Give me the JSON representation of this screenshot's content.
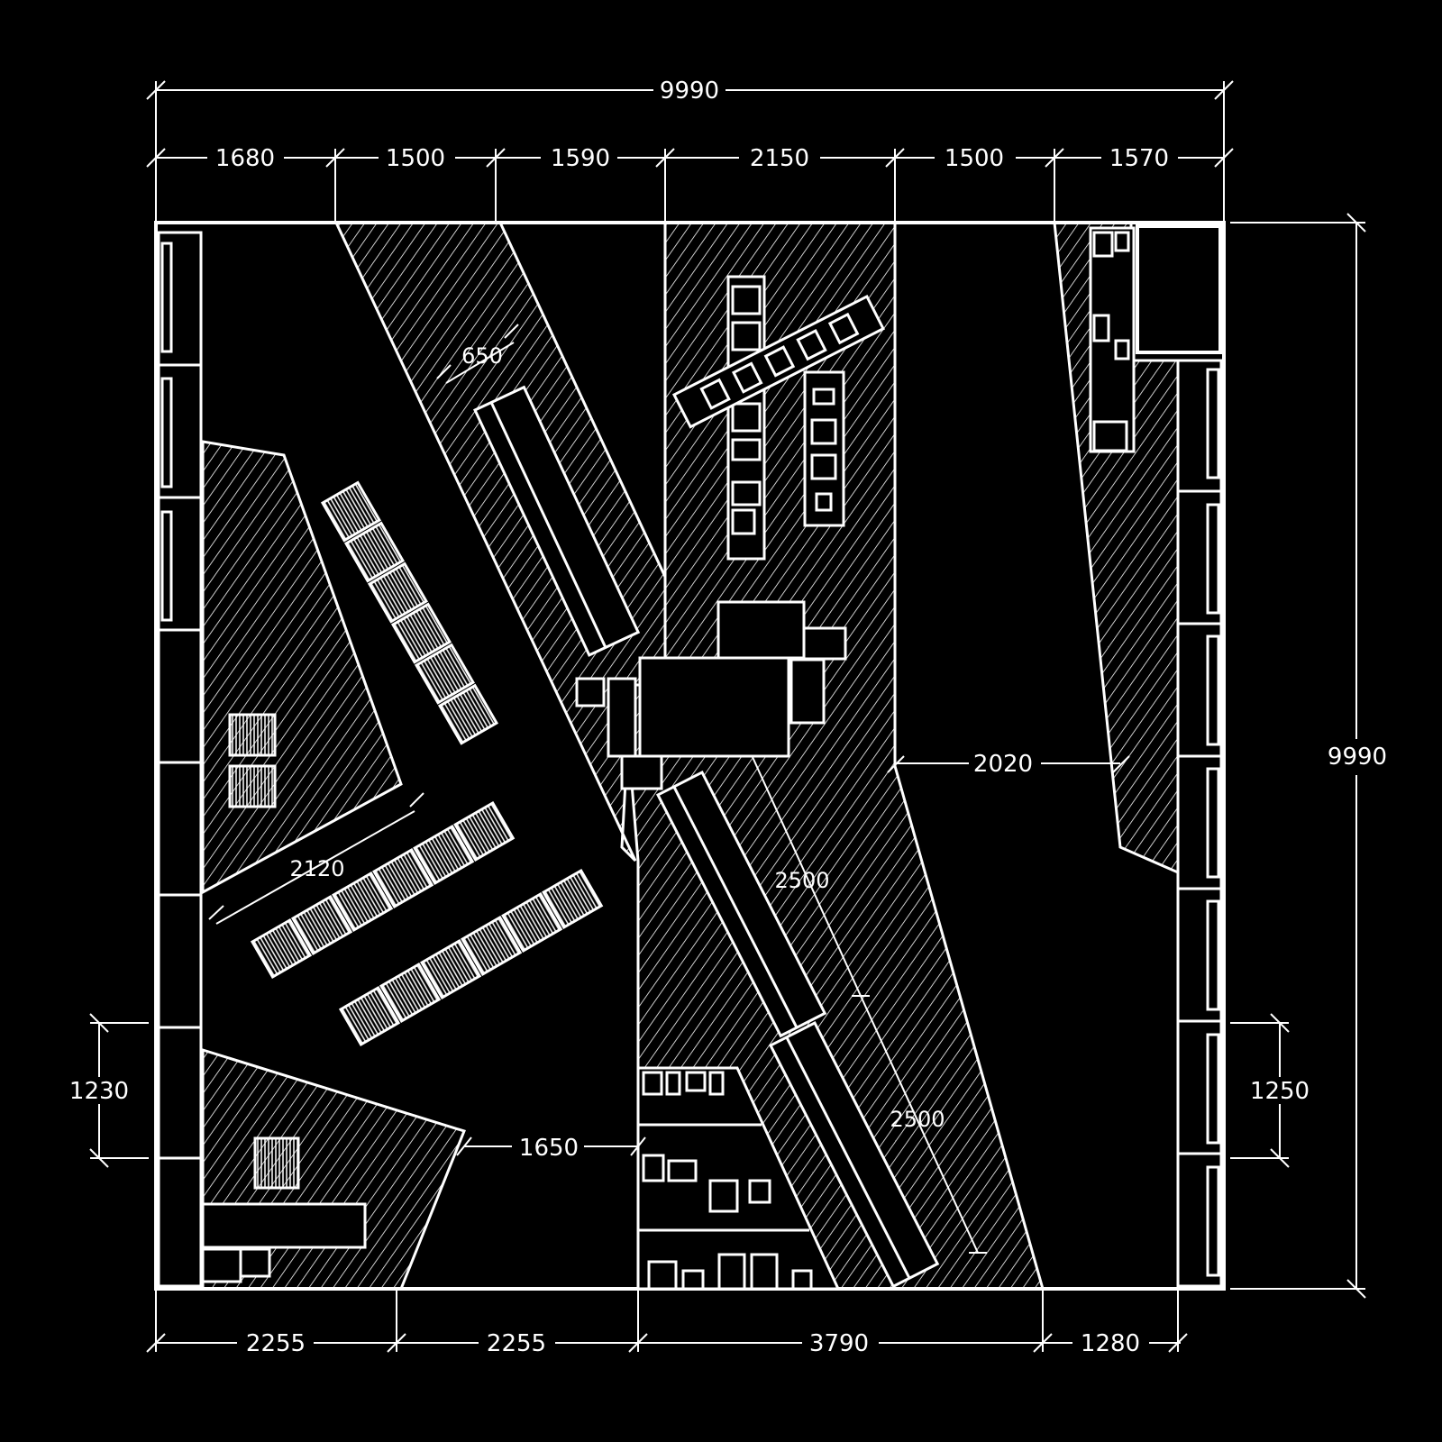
{
  "dimensions": {
    "top_total": "9990",
    "top_segments": [
      "1680",
      "1500",
      "1590",
      "2150",
      "1500",
      "1570"
    ],
    "right_total": "9990",
    "bottom_segments": [
      "2255",
      "2255",
      "3790",
      "1280"
    ],
    "left_partial": "1230",
    "right_partial": "1250",
    "interior": {
      "d650": "650",
      "d2120": "2120",
      "d2020": "2020",
      "d2500_upper": "2500",
      "d2500_lower": "2500",
      "d1650": "1650"
    }
  },
  "colors": {
    "background": "#000000",
    "line": "#ffffff"
  }
}
